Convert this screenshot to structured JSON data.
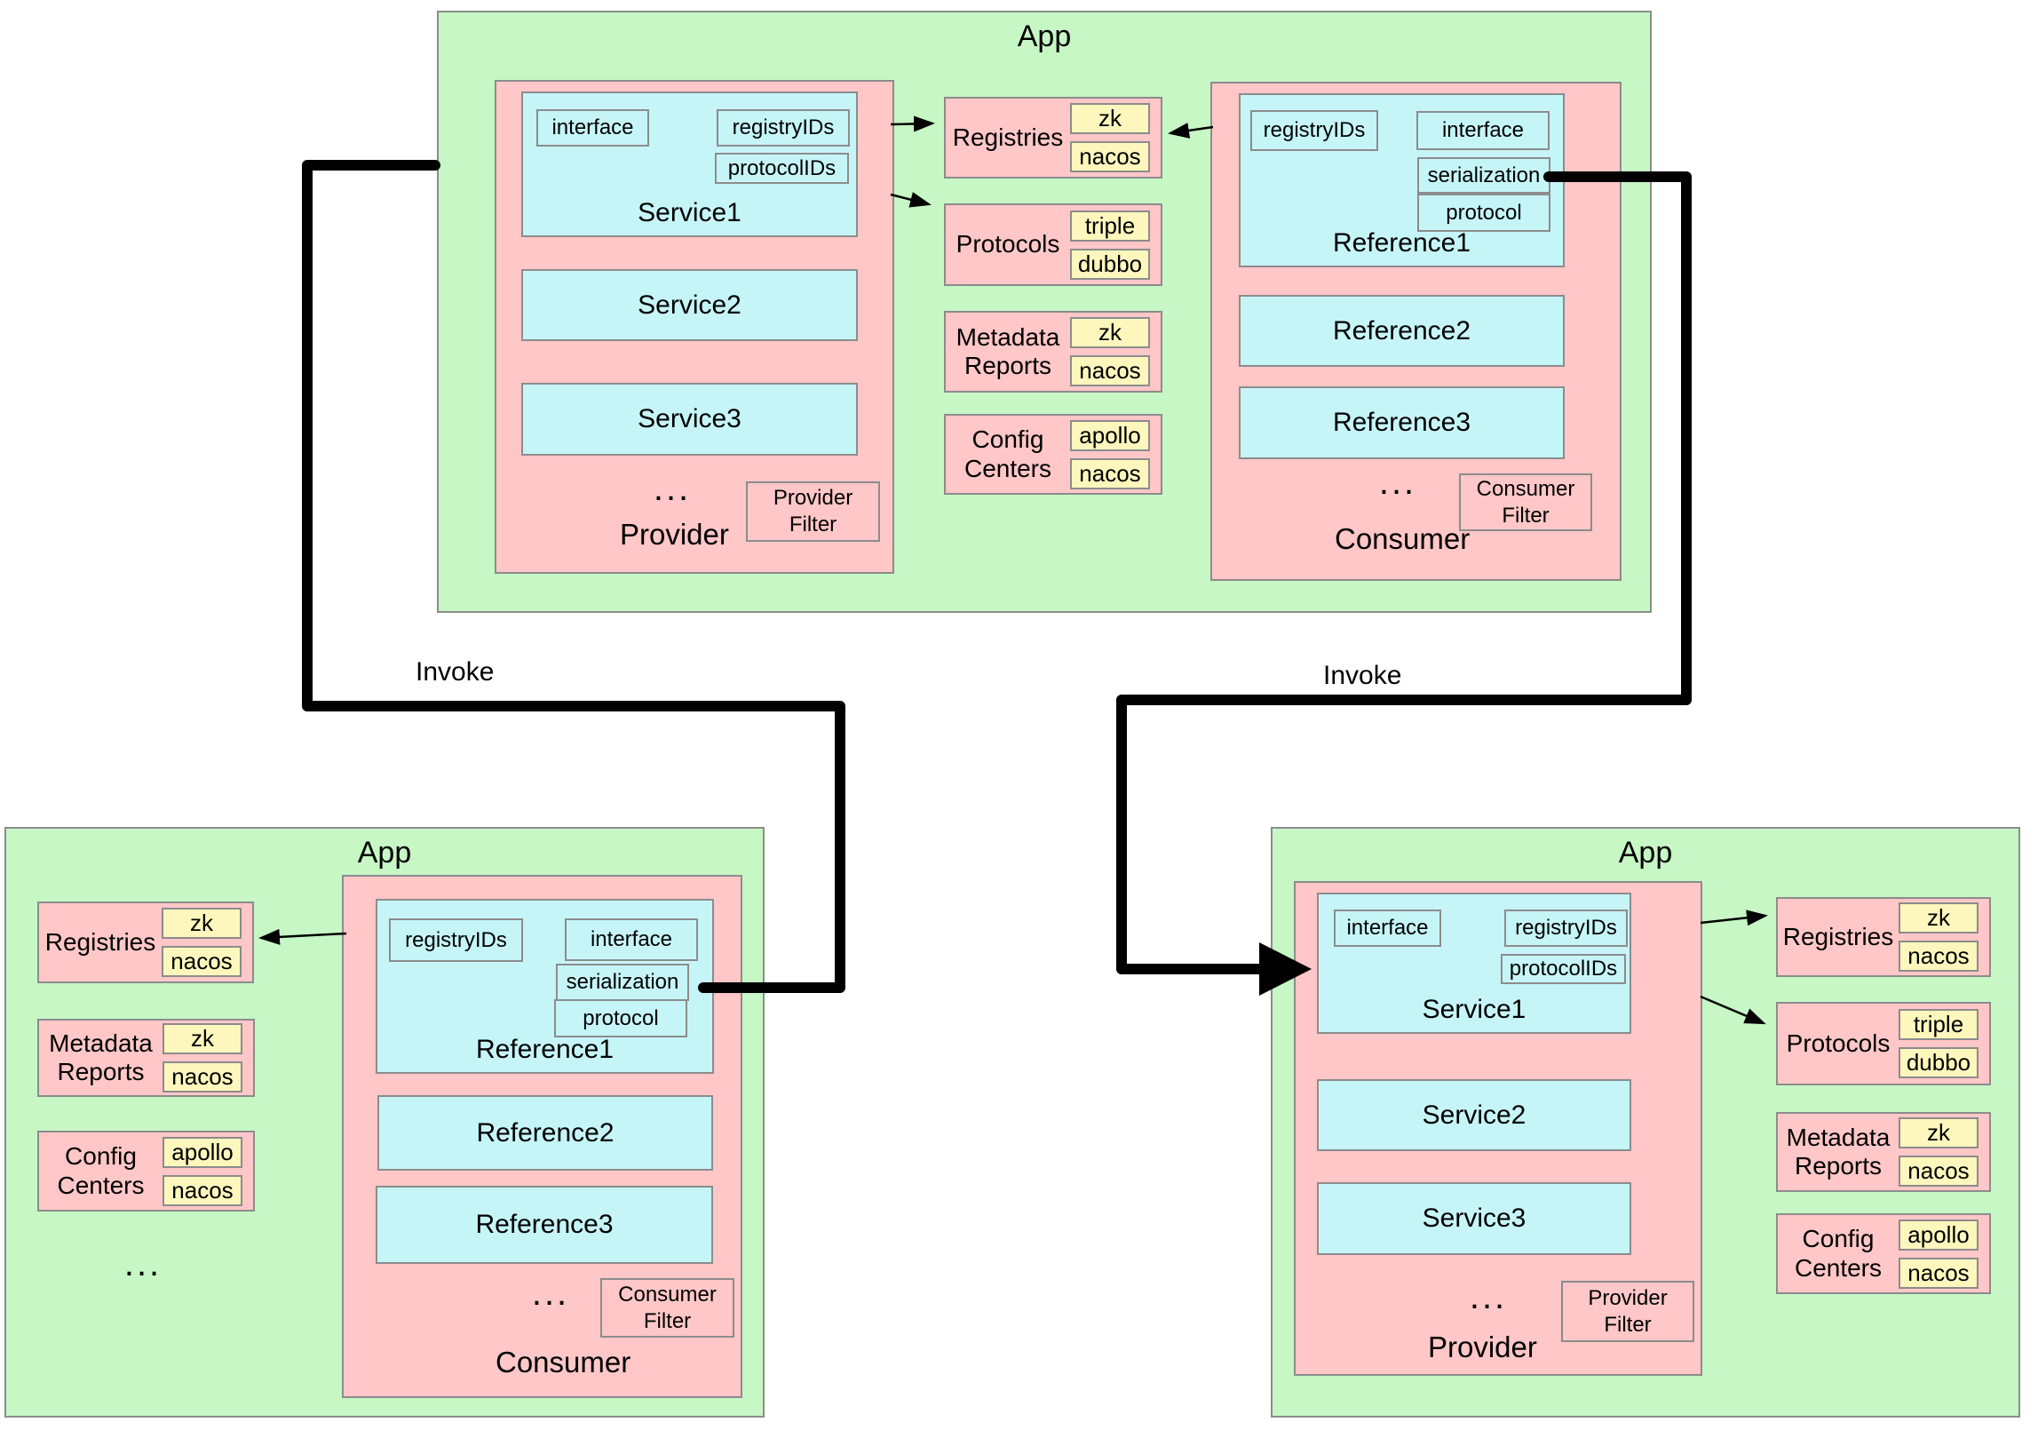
{
  "colors": {
    "app_bg": "#c6f7c5",
    "role_bg": "#ffc7c7",
    "box_bg": "#c6f5f8",
    "tag_bg": "#fdf7bd",
    "border": "#8c8c8c",
    "line": "#000000"
  },
  "invoke_left": "Invoke",
  "invoke_right": "Invoke",
  "top_app": {
    "title": "App",
    "provider": {
      "label": "Provider",
      "ellipsis": "...",
      "filter": "Provider Filter",
      "service1": {
        "label": "Service1",
        "fields": {
          "interface": "interface",
          "registryIDs": "registryIDs",
          "protocolIDs": "protocolIDs"
        }
      },
      "service2": "Service2",
      "service3": "Service3"
    },
    "panels": {
      "registries": {
        "label": "Registries",
        "items": [
          "zk",
          "nacos"
        ]
      },
      "protocols": {
        "label": "Protocols",
        "items": [
          "triple",
          "dubbo"
        ]
      },
      "metadata": {
        "label": "Metadata Reports",
        "items": [
          "zk",
          "nacos"
        ]
      },
      "config": {
        "label": "Config Centers",
        "items": [
          "apollo",
          "nacos"
        ]
      }
    },
    "consumer": {
      "label": "Consumer",
      "ellipsis": "...",
      "filter": "Consumer Filter",
      "reference1": {
        "label": "Reference1",
        "fields": {
          "registryIDs": "registryIDs",
          "interface": "interface",
          "serialization": "serialization",
          "protocol": "protocol"
        }
      },
      "reference2": "Reference2",
      "reference3": "Reference3"
    }
  },
  "bottom_left_app": {
    "title": "App",
    "ellipsis": "...",
    "panels": {
      "registries": {
        "label": "Registries",
        "items": [
          "zk",
          "nacos"
        ]
      },
      "metadata": {
        "label": "Metadata Reports",
        "items": [
          "zk",
          "nacos"
        ]
      },
      "config": {
        "label": "Config Centers",
        "items": [
          "apollo",
          "nacos"
        ]
      }
    },
    "consumer": {
      "label": "Consumer",
      "ellipsis": "...",
      "filter": "Consumer Filter",
      "reference1": {
        "label": "Reference1",
        "fields": {
          "registryIDs": "registryIDs",
          "interface": "interface",
          "serialization": "serialization",
          "protocol": "protocol"
        }
      },
      "reference2": "Reference2",
      "reference3": "Reference3"
    }
  },
  "bottom_right_app": {
    "title": "App",
    "provider": {
      "label": "Provider",
      "ellipsis": "...",
      "filter": "Provider Filter",
      "service1": {
        "label": "Service1",
        "fields": {
          "interface": "interface",
          "registryIDs": "registryIDs",
          "protocolIDs": "protocolIDs"
        }
      },
      "service2": "Service2",
      "service3": "Service3"
    },
    "panels": {
      "registries": {
        "label": "Registries",
        "items": [
          "zk",
          "nacos"
        ]
      },
      "protocols": {
        "label": "Protocols",
        "items": [
          "triple",
          "dubbo"
        ]
      },
      "metadata": {
        "label": "Metadata Reports",
        "items": [
          "zk",
          "nacos"
        ]
      },
      "config": {
        "label": "Config Centers",
        "items": [
          "apollo",
          "nacos"
        ]
      }
    }
  }
}
